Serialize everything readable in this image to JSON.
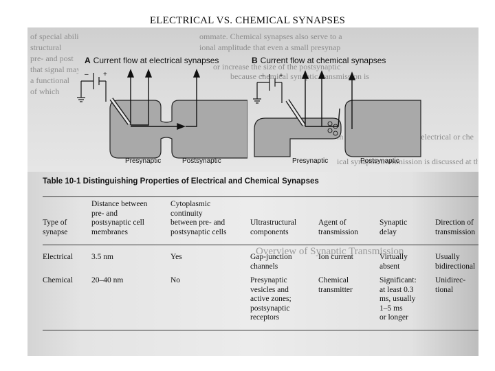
{
  "slide": {
    "title": "ELECTRICAL VS. CHEMICAL SYNAPSES"
  },
  "figure": {
    "panel_a": {
      "letter": "A",
      "title": "Current flow at electrical synapses",
      "presynaptic": "Presynaptic",
      "postsynaptic": "Postsynaptic"
    },
    "panel_b": {
      "letter": "B",
      "title": "Current flow at chemical synapses",
      "presynaptic": "Presynaptic",
      "postsynaptic": "Postsynaptic"
    },
    "electrode_minus": "–",
    "electrode_plus": "+"
  },
  "bleed_text": {
    "lines": [
      "ommate. Chemical synapses also serve to a",
      "ional amplitude that even a small presynap",
      "or increase the size of the postsynaptic",
      "because chemical synaptic transmission is",
      "in direct contact with the electrical or che",
      "ical synaptic transmission is discussed at this"
    ],
    "left_lines": [
      "of special ability",
      "structural",
      "pre- and post",
      "that signal may",
      "a functional",
      "of which"
    ]
  },
  "table": {
    "caption": "Table 10-1  Distinguishing Properties of Electrical and Chemical Synapses",
    "headers": [
      "Type of\nsynapse",
      "Distance between\npre- and\npostsynaptic cell\nmembranes",
      "Cytoplasmic\ncontinuity\nbetween pre- and\npostsynaptic cells",
      "Ultrastructural\ncomponents",
      "Agent of\ntransmission",
      "Synaptic\ndelay",
      "Direction of\ntransmission"
    ],
    "rows": [
      [
        "Electrical",
        "3.5 nm",
        "Yes",
        "Gap-junction\nchannels",
        "Ion current",
        "Virtually\nabsent",
        "Usually\nbidirectional"
      ],
      [
        "Chemical",
        "20–40 nm",
        "No",
        "Presynaptic\nvesicles and\nactive zones;\npostsynaptic\nreceptors",
        "Chemical\ntransmitter",
        "Significant:\nat least 0.3\nms, usually\n1–5 ms\nor longer",
        "Unidirec-\ntional"
      ]
    ]
  },
  "ghost_text": "Overview of Synaptic Transmission"
}
